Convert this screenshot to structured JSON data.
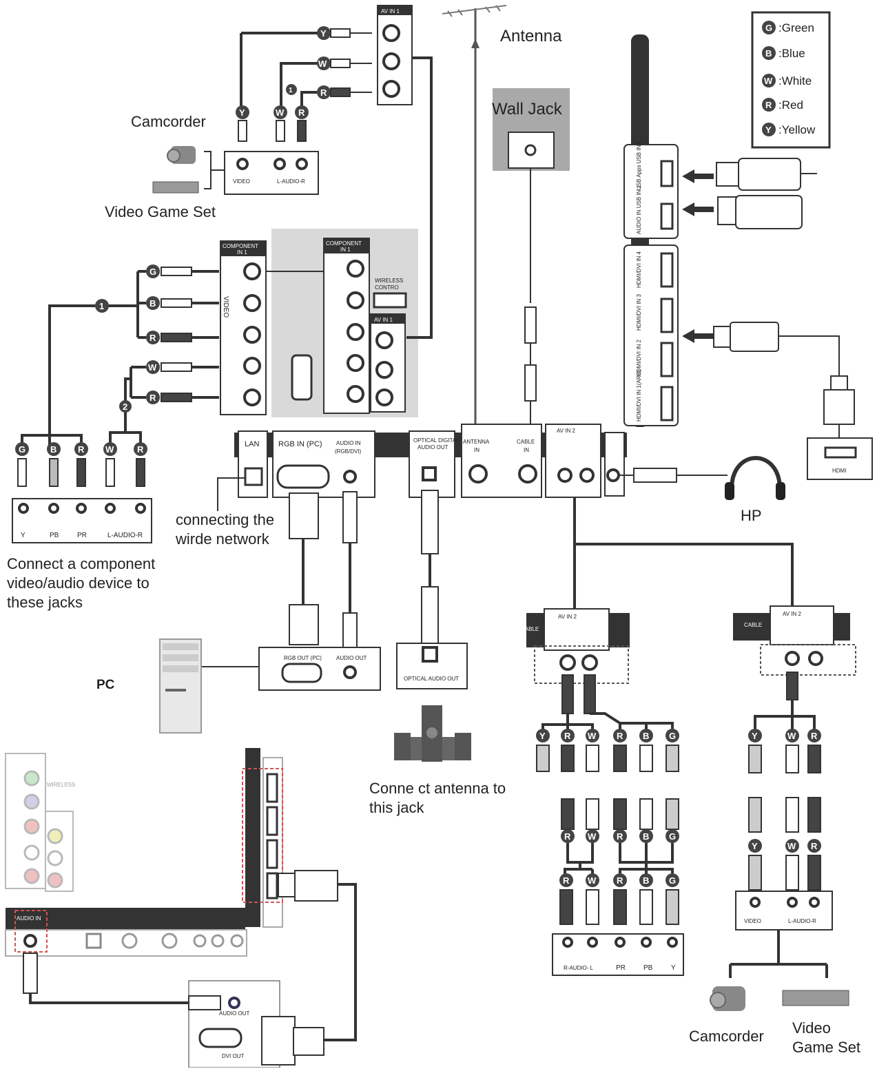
{
  "labels": {
    "antenna": "Antenna",
    "wall_jack": "Wall Jack",
    "camcorder_top": "Camcorder",
    "video_game_set_top": "Video Game Set",
    "connecting_network_line1": "connecting the",
    "connecting_network_line2": "wirde network",
    "component_note_line1": "Connect  a component",
    "component_note_line2": "video/audio device to",
    "component_note_line3": "these jacks",
    "pc": "PC",
    "hp": "HP",
    "antenna_note_line1": "Conne ct antenna to",
    "antenna_note_line2": "this jack",
    "camcorder_bottom": "Camcorder",
    "video_game_set_bottom_line1": "Video",
    "video_game_set_bottom_line2": "Game Set"
  },
  "legend": [
    {
      "letter": "G",
      "text": ":Green"
    },
    {
      "letter": "B",
      "text": ":Blue"
    },
    {
      "letter": "W",
      "text": ":White"
    },
    {
      "letter": "R",
      "text": ":Red"
    },
    {
      "letter": "Y",
      "text": ":Yellow"
    }
  ],
  "panel_labels": {
    "av_in_1": "AV IN 1",
    "component_in_1": "COMPONENT",
    "component_in_1b": "IN 1",
    "wireless_control": "WIRELESS",
    "wireless_control_b": "CONTRO",
    "lan": "LAN",
    "rgb_in_pc": "RGB IN (PC)",
    "audio_in": "AUDIO IN",
    "audio_in_b": "(RGB/DVI)",
    "optical": "OPTICAL DIGITAL",
    "optical_b": "AUDIO OUT",
    "antenna_in": "ANTENNA",
    "antenna_in_b": "IN",
    "cable_in": "CABLE",
    "cable_in_b": "IN",
    "av_in_2": "AV IN 2",
    "hdmi": "HDMI",
    "video": "VIDEO",
    "audio_lr": "L-AUDIO-R",
    "rgb_out_pc": "RGB OUT (PC)",
    "audio_out": "AUDIO OUT",
    "optical_audio_out": "OPTICAL AUDIO OUT",
    "r_audio_l": "R-AUDIO- L",
    "pr": "PR",
    "pb": "PB",
    "y": "Y",
    "usb_in_2": "USB Apps USB IN2",
    "usb_in_1": "AUDIO IN USB IN 1",
    "hdmi_in_4": "HDMI/DVI IN 4",
    "hdmi_in_3": "HDMI/DVI IN 3",
    "hdmi_in_2": "HDMI/DVI IN 2",
    "hdmi_in_1": "HDMI/DVI IN 1(ARC)",
    "dvi_out": "DVI OUT",
    "audio_out_small": "AUDIO OUT",
    "badge_1": "1",
    "badge_2": "2"
  }
}
